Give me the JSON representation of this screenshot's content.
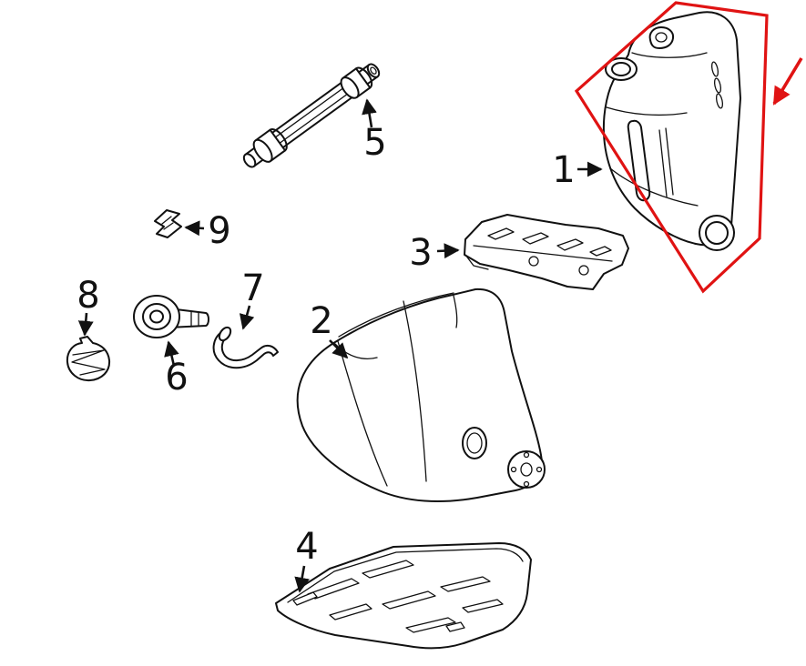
{
  "diagram": {
    "background": "#ffffff",
    "line_color": "#111111",
    "highlight_color": "#e01313",
    "highlighted_part": "1",
    "part_labels": [
      "1",
      "2",
      "3",
      "4",
      "5",
      "6",
      "7",
      "8",
      "9"
    ]
  }
}
